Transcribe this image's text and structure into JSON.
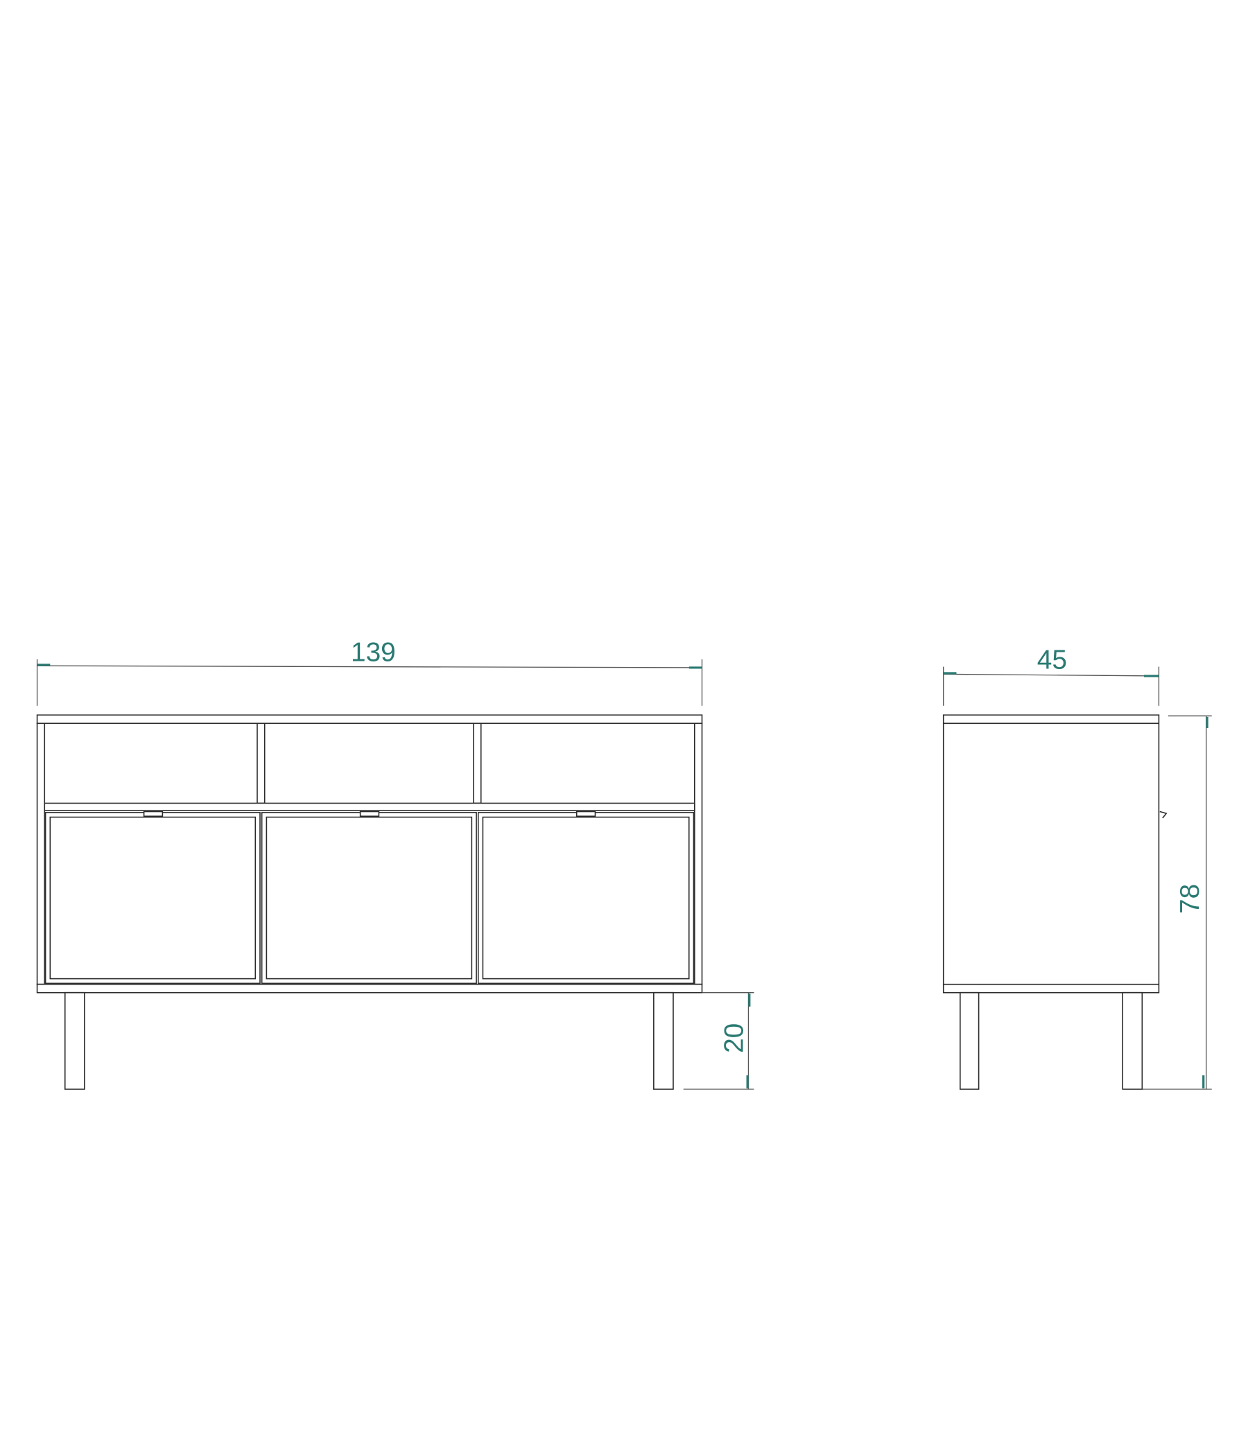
{
  "dimensions": {
    "width": "139",
    "leg_height": "20",
    "depth": "45",
    "height": "78"
  },
  "colors": {
    "dimension_text": "#2a7a72",
    "outline": "#2b2b2b"
  }
}
